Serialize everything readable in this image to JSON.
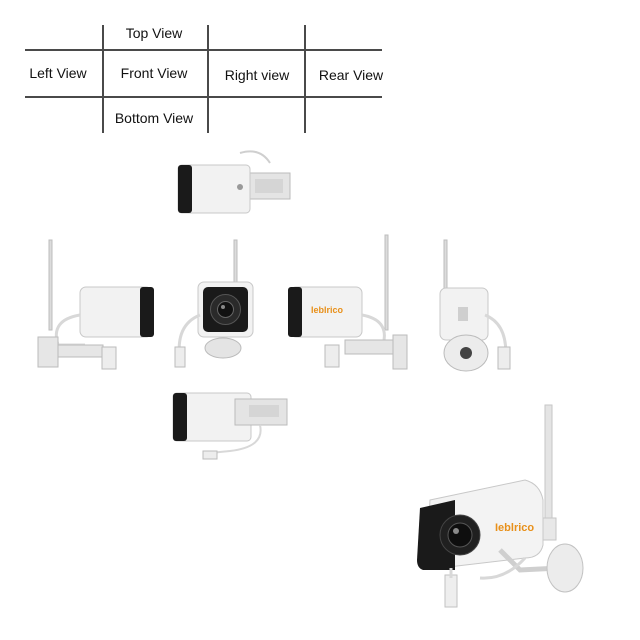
{
  "view_grid": {
    "top": "Top View",
    "left": "Left View",
    "front": "Front View",
    "right": "Right view",
    "rear": "Rear View",
    "bottom": "Bottom View"
  },
  "camera": {
    "brand_logo": "Ieblrico",
    "body_color": "#f2f2f2",
    "lens_housing_color": "#1a1a1a",
    "logo_color": "#e8901a"
  }
}
